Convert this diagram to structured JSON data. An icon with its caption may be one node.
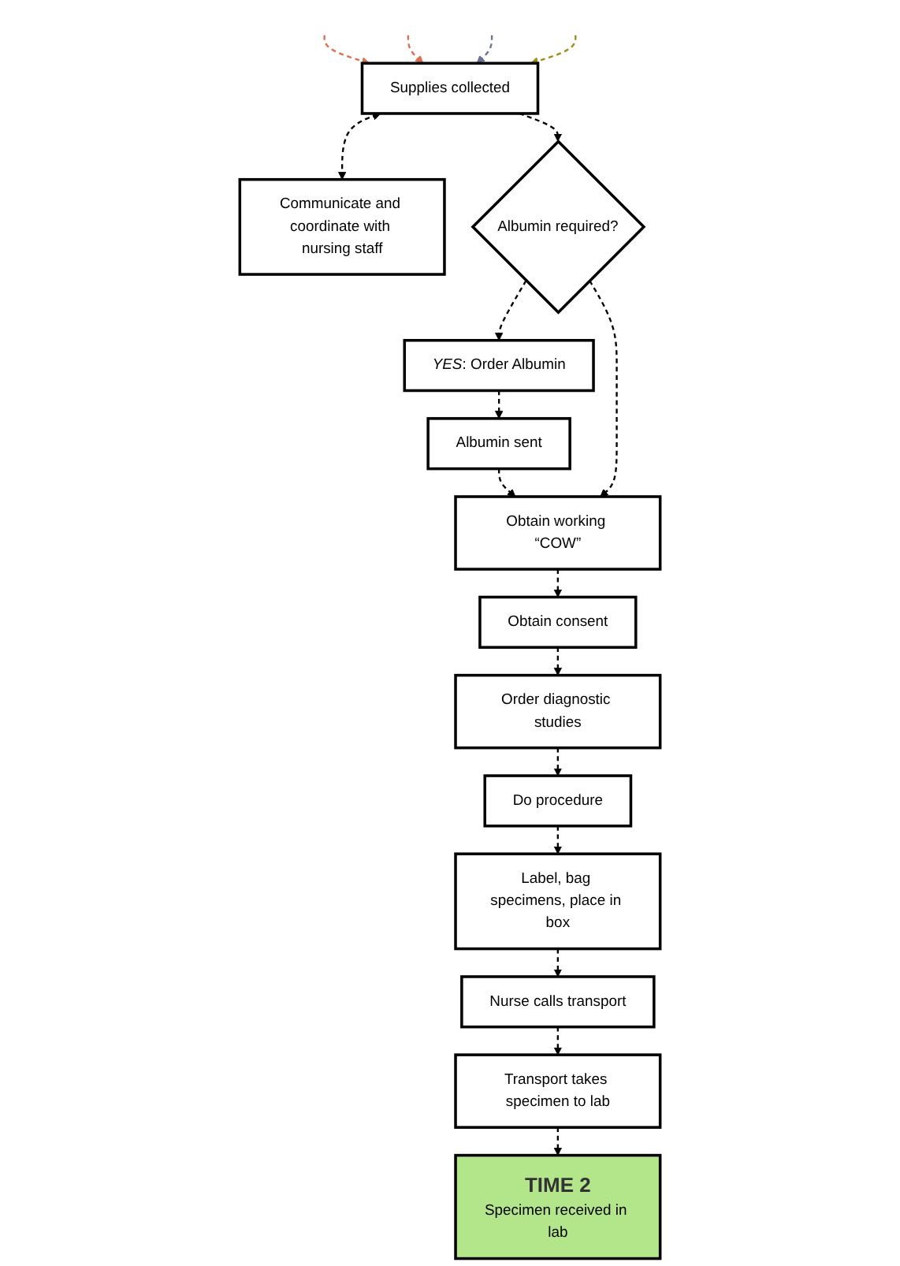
{
  "diagram": {
    "nodes": [
      {
        "text": [
          "Supplies collected"
        ]
      },
      {
        "text": [
          "Communicate and coordinate with nursing staff"
        ]
      },
      {
        "text": [
          "Albumin required?"
        ]
      },
      {
        "text": [
          "*YES*: Order Albumin"
        ]
      },
      {
        "text": [
          "Albumin sent"
        ]
      },
      {
        "text": [
          "Obtain working “COW”"
        ]
      },
      {
        "text": [
          "Obtain consent"
        ]
      },
      {
        "text": [
          "Order diagnostic studies"
        ]
      },
      {
        "text": [
          "Do procedure"
        ]
      },
      {
        "text": [
          "Label, bag specimens, place in box"
        ]
      },
      {
        "text": [
          "Nurse calls transport"
        ]
      },
      {
        "text": [
          "Transport takes specimen to lab"
        ]
      },
      {
        "text": [
          "TIME 2",
          "Specimen received in lab"
        ]
      }
    ],
    "edges": [
      {
        "from": null,
        "to": 0,
        "arrow": "to",
        "style": "dashed",
        "color": "#dd6e50"
      },
      {
        "from": null,
        "to": 0,
        "arrow": "to",
        "style": "dashed",
        "color": "#dd6e50"
      },
      {
        "from": null,
        "to": 0,
        "arrow": "to",
        "style": "dashed",
        "color": "#6b7496"
      },
      {
        "from": null,
        "to": 0,
        "arrow": "to",
        "style": "dashed",
        "color": "#a08c14"
      },
      {
        "from": 0,
        "to": 1,
        "arrow": "both",
        "style": "dashed"
      },
      {
        "from": 0,
        "to": 2,
        "arrow": "to",
        "style": "dashed"
      },
      {
        "from": 2,
        "to": 3,
        "arrow": "to",
        "style": "dashed"
      },
      {
        "from": 3,
        "to": 4,
        "arrow": "to",
        "style": "dashed"
      },
      {
        "from": 4,
        "to": 5,
        "arrow": "to",
        "style": "dashed"
      },
      {
        "from": 2,
        "to": 5,
        "arrow": "to",
        "style": "dashed"
      },
      {
        "from": 5,
        "to": 6,
        "arrow": "to",
        "style": "dashed"
      },
      {
        "from": 6,
        "to": 7,
        "arrow": "to",
        "style": "dashed"
      },
      {
        "from": 7,
        "to": 8,
        "arrow": "to",
        "style": "dashed"
      },
      {
        "from": 8,
        "to": 9,
        "arrow": "to",
        "style": "dashed"
      },
      {
        "from": 9,
        "to": 10,
        "arrow": "to",
        "style": "dashed"
      },
      {
        "from": 10,
        "to": 11,
        "arrow": "to",
        "style": "dashed"
      },
      {
        "from": 11,
        "to": 12,
        "arrow": "to",
        "style": "dashed"
      }
    ]
  }
}
